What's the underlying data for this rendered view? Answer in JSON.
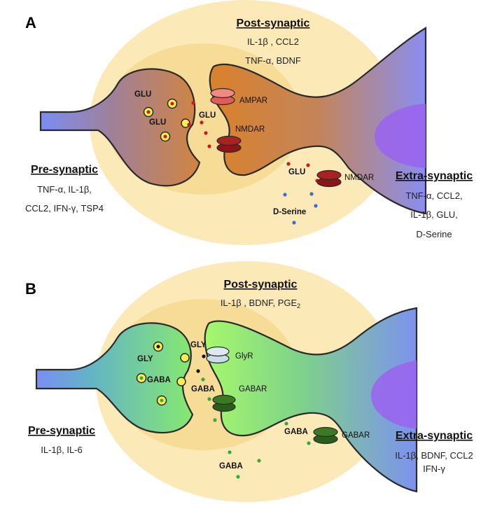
{
  "panel_a": {
    "letter": "A",
    "post": {
      "title": "Post-synaptic",
      "line1": "IL-1β , CCL2",
      "line2": "TNF-α, BDNF"
    },
    "pre": {
      "title": "Pre-synaptic",
      "line1": "TNF-α, IL-1β,",
      "line2": "CCL2, IFN-γ, TSP4"
    },
    "extra": {
      "title": "Extra-synaptic",
      "line1": "TNF-α, CCL2,",
      "line2": "IL-1β, GLU,",
      "line3": "D-Serine"
    },
    "labels": {
      "glu_top": "GLU",
      "glu_mid": "GLU",
      "glu_cleft": "GLU",
      "ampar": "AMPAR",
      "nmdar": "NMDAR",
      "glu_extra": "GLU",
      "nmdar_extra": "NMDAR",
      "dserine": "D-Serine"
    }
  },
  "panel_b": {
    "letter": "B",
    "post": {
      "title": "Post-synaptic",
      "line1_prefix": "IL-1β , BDNF, PGE",
      "line1_sub": "2"
    },
    "pre": {
      "title": "Pre-synaptic",
      "line1": "IL-1β,  IL-6"
    },
    "extra": {
      "title": "Extra-synaptic",
      "line1": "IL-1β, BDNF, CCL2",
      "line2": "IFN-γ"
    },
    "labels": {
      "gly_vesicle": "GLY",
      "gly_cleft": "GLY",
      "glyr": "GlyR",
      "gaba_vesicle": "GABA",
      "gaba_cleft": "GABA",
      "gabar": "GABAR",
      "gaba_extra": "GABA",
      "gabar_extra": "GABAR",
      "gaba_bottom": "GABA"
    }
  },
  "colors": {
    "glia_halo": "#fbe9b7",
    "glia_inner": "#f6dc96",
    "axon_blue": "#7b8df5",
    "presyn_a": "#c47a52",
    "postsyn_a": "#d9822b",
    "presyn_b": "#7ee08a",
    "postsyn_b": "#9df56c",
    "nucleus": "#9a63f0",
    "ampar": "#e25c57",
    "nmdar": "#9a1b1b",
    "glyr": "#c9dde8",
    "gabar": "#2f6b1d",
    "glu_dot": "#cc1a1a",
    "dserine_dot": "#3a6fd0",
    "gaba_dot": "#3fa63a",
    "vesicle": "#f7ef52"
  }
}
